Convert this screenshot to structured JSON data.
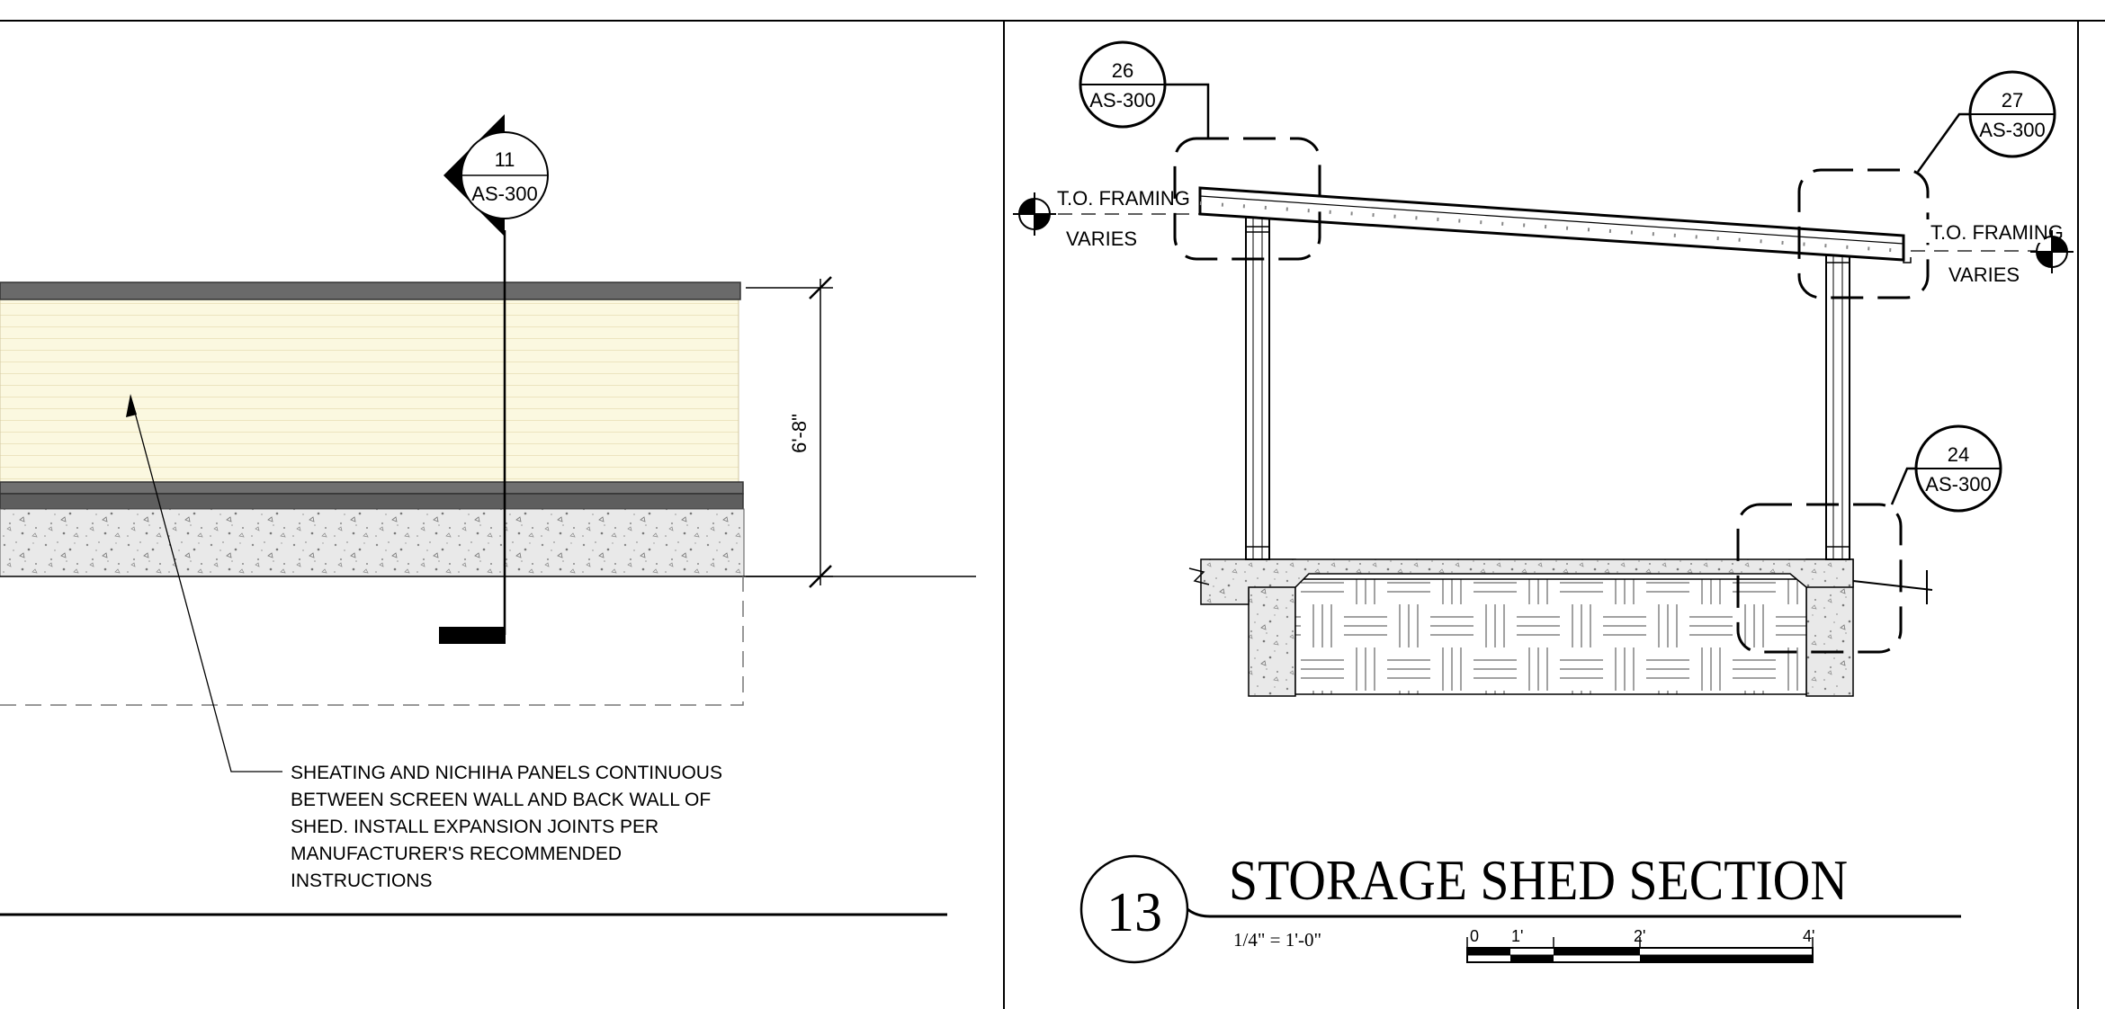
{
  "left_elevation": {
    "section_marker": {
      "number": "11",
      "sheet": "AS-300"
    },
    "dimension": "6'-8\"",
    "note": [
      "SHEATING AND NICHIHA PANELS CONTINUOUS",
      "BETWEEN SCREEN WALL AND BACK WALL OF",
      "SHED. INSTALL EXPANSION JOINTS PER",
      "MANUFACTURER'S RECOMMENDED",
      "INSTRUCTIONS"
    ]
  },
  "right_section": {
    "callouts": [
      {
        "number": "26",
        "sheet": "AS-300"
      },
      {
        "number": "27",
        "sheet": "AS-300"
      },
      {
        "number": "24",
        "sheet": "AS-300"
      }
    ],
    "elevation_left": {
      "label": "T.O. FRAMING",
      "sublabel": "VARIES"
    },
    "elevation_right": {
      "label": "T.O. FRAMING",
      "sublabel": "VARIES"
    }
  },
  "title_block": {
    "number": "13",
    "title": "STORAGE SHED SECTION",
    "scale": "1/4\" = 1'-0\"",
    "scale_bar_labels": [
      "0",
      "1'",
      "2'",
      "4'"
    ]
  },
  "colors": {
    "siding": "#fbf8e0",
    "cap": "#666666",
    "concrete": "#e6e6e6",
    "line": "#000000"
  }
}
